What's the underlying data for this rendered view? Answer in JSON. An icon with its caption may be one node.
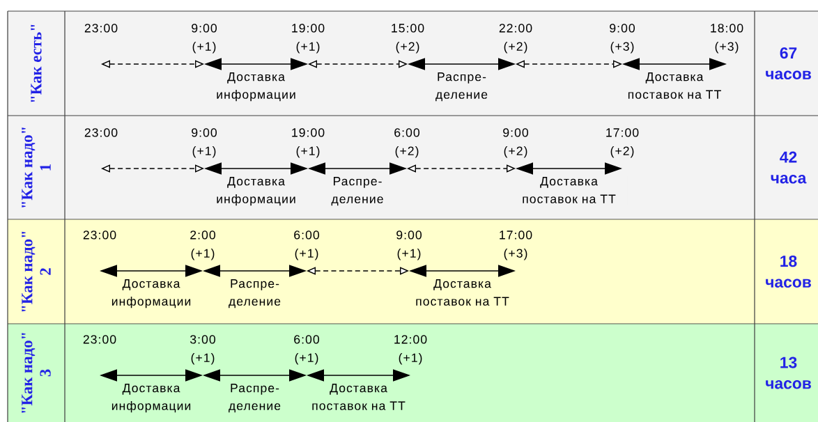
{
  "diagram": {
    "nodes": [
      {
        "text": [
          "23:00"
        ]
      },
      {
        "text": [
          "9:00 (+1)"
        ]
      },
      {
        "text": [
          "19:00 (+1)"
        ]
      },
      {
        "text": [
          "15:00 (+2)"
        ]
      },
      {
        "text": [
          "22:00 (+2)"
        ]
      },
      {
        "text": [
          "9:00 (+3)"
        ]
      },
      {
        "text": [
          "18:00 (+3)"
        ]
      },
      {
        "text": [
          "23:00"
        ]
      },
      {
        "text": [
          "9:00 (+1)"
        ]
      },
      {
        "text": [
          "19:00 (+1)"
        ]
      },
      {
        "text": [
          "6:00 (+2)"
        ]
      },
      {
        "text": [
          "9:00 (+2)"
        ]
      },
      {
        "text": [
          "17:00 (+2)"
        ]
      },
      {
        "text": [
          "23:00"
        ]
      },
      {
        "text": [
          "2:00 (+1)"
        ]
      },
      {
        "text": [
          "6:00 (+1)"
        ]
      },
      {
        "text": [
          "9:00 (+1)"
        ]
      },
      {
        "text": [
          "17:00 (+3)"
        ]
      },
      {
        "text": [
          "23:00"
        ]
      },
      {
        "text": [
          "3:00 (+1)"
        ]
      },
      {
        "text": [
          "6:00 (+1)"
        ]
      },
      {
        "text": [
          "12:00 (+1)"
        ]
      }
    ],
    "edges": [
      {
        "from": 0,
        "to": 1,
        "arrow": "both",
        "style": "dashed"
      },
      {
        "from": 1,
        "to": 2,
        "arrow": "both",
        "label": "Доставка информации"
      },
      {
        "from": 2,
        "to": 3,
        "arrow": "both",
        "style": "dashed"
      },
      {
        "from": 3,
        "to": 4,
        "arrow": "both",
        "label": "Распре- деление"
      },
      {
        "from": 4,
        "to": 5,
        "arrow": "both",
        "style": "dashed"
      },
      {
        "from": 5,
        "to": 6,
        "arrow": "both",
        "label": "Доставка поставок на ТТ"
      },
      {
        "from": 7,
        "to": 8,
        "arrow": "both",
        "style": "dashed"
      },
      {
        "from": 8,
        "to": 9,
        "arrow": "both",
        "label": "Доставка информации"
      },
      {
        "from": 9,
        "to": 10,
        "arrow": "both",
        "label": "Распре- деление"
      },
      {
        "from": 10,
        "to": 11,
        "arrow": "both",
        "style": "dashed"
      },
      {
        "from": 11,
        "to": 12,
        "arrow": "both",
        "label": "Доставка поставок на ТТ"
      },
      {
        "from": 13,
        "to": 14,
        "arrow": "both",
        "label": "Доставка информации"
      },
      {
        "from": 14,
        "to": 15,
        "arrow": "both",
        "label": "Распре- деление"
      },
      {
        "from": 15,
        "to": 16,
        "arrow": "both",
        "style": "dashed"
      },
      {
        "from": 16,
        "to": 17,
        "arrow": "both",
        "label": "Доставка поставок на ТТ"
      },
      {
        "from": 18,
        "to": 19,
        "arrow": "both",
        "label": "Доставка информации"
      },
      {
        "from": 19,
        "to": 20,
        "arrow": "both",
        "label": "Распре- деление"
      },
      {
        "from": 20,
        "to": 21,
        "arrow": "both",
        "label": "Доставка поставок на ТТ"
      }
    ],
    "labels": [
      "\"Как есть\"",
      "67 часов",
      "\"Как надо\" 1",
      "42 часа",
      "\"Как надо\" 2",
      "18 часов",
      "\"Как надо\" 3",
      "13 часов"
    ]
  }
}
